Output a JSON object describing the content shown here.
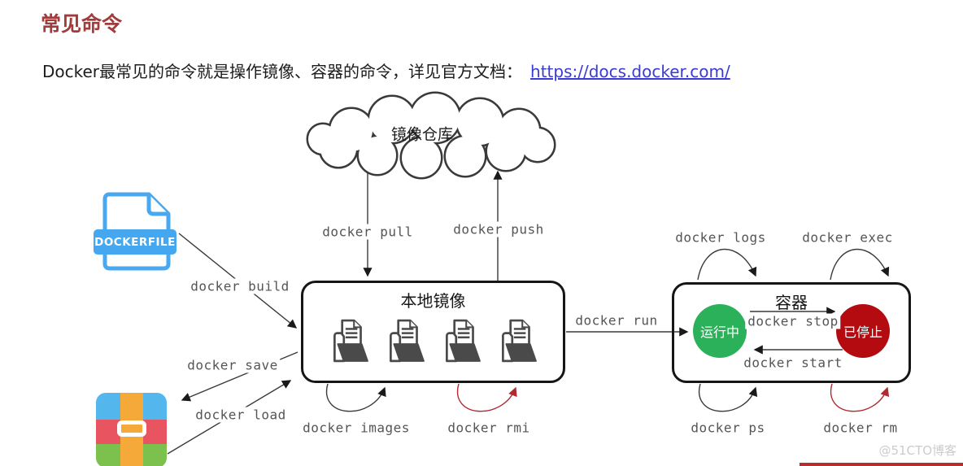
{
  "page": {
    "title": "常见命令",
    "intro": "Docker最常见的命令就是操作镜像、容器的命令，详见官方文档：",
    "doc_link": "https://docs.docker.com/",
    "watermark": "@51CTO博客"
  },
  "diagram": {
    "registry": "镜像仓库",
    "local_images": "本地镜像",
    "container": "容器",
    "running": "运行中",
    "stopped": "已停止",
    "dockerfile": "DOCKERFILE",
    "commands": {
      "pull": "docker pull",
      "push": "docker push",
      "build": "docker build",
      "save": "docker save",
      "load": "docker load",
      "images": "docker images",
      "rmi": "docker rmi",
      "run": "docker run",
      "logs": "docker logs",
      "exec": "docker exec",
      "stop": "docker stop",
      "start": "docker start",
      "ps": "docker ps",
      "rm": "docker rm"
    },
    "colors": {
      "title_red": "#A23B3B",
      "link_blue": "#3B3BD4",
      "running_green": "#2AB159",
      "stopped_red": "#B40B10",
      "arrow_red": "#B02A30",
      "dockerfile_blue": "#45A7F0"
    }
  }
}
